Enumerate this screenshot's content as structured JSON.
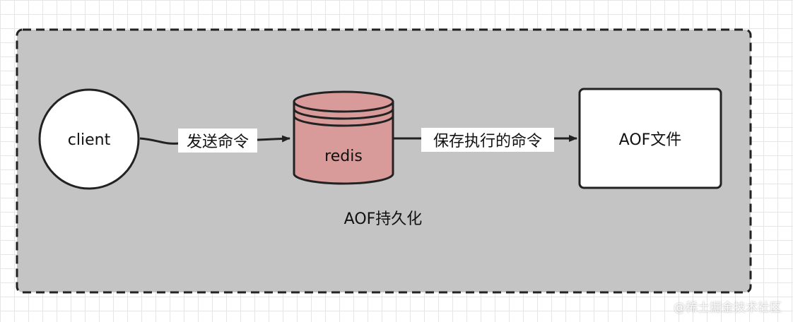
{
  "nodes": {
    "client": "client",
    "redis": "redis",
    "aof_file": "AOF文件"
  },
  "edges": {
    "client_to_redis": "发送命令",
    "redis_to_aof": "保存执行的命令"
  },
  "group_label": "AOF持久化",
  "watermark": "@稀土掘金技术社区",
  "colors": {
    "group_fill": "#c4c4c4",
    "redis_fill": "#d99a9a",
    "node_fill": "#ffffff",
    "stroke": "#222222"
  }
}
